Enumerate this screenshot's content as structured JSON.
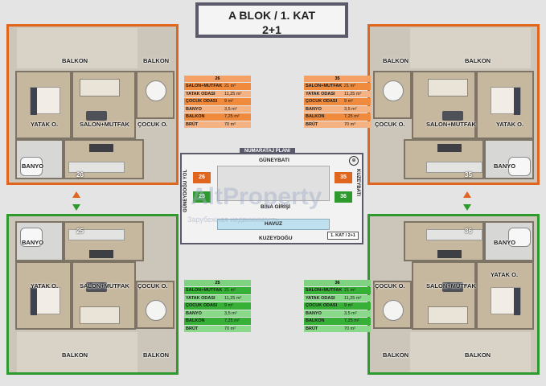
{
  "title": {
    "line1": "A BLOK / 1. KAT",
    "line2": "2+1"
  },
  "rooms": {
    "balkon": "BALKON",
    "yatak": "YATAK O.",
    "salon": "SALON+MUTFAK",
    "cocuk": "ÇOCUK O.",
    "banyo": "BANYO"
  },
  "units": [
    {
      "id": "26",
      "color": "#e0651f",
      "table": [
        [
          "SALON+MUTFAK",
          "21 m²"
        ],
        [
          "YATAK ODASI",
          "11,25 m²"
        ],
        [
          "ÇOCUK ODASI",
          "9 m²"
        ],
        [
          "BANYO",
          "3,5 m²"
        ],
        [
          "BALKON",
          "7,25 m²"
        ],
        [
          "BRÜT",
          "70 m²"
        ]
      ]
    },
    {
      "id": "35",
      "color": "#e0651f",
      "table": [
        [
          "SALON+MUTFAK",
          "21 m²"
        ],
        [
          "YATAK ODASI",
          "11,25 m²"
        ],
        [
          "ÇOCUK ODASI",
          "9 m²"
        ],
        [
          "BANYO",
          "3,5 m²"
        ],
        [
          "BALKON",
          "7,25 m²"
        ],
        [
          "BRÜT",
          "70 m²"
        ]
      ]
    },
    {
      "id": "25",
      "color": "#2e9a2e",
      "table": [
        [
          "SALON+MUTFAK",
          "21 m²"
        ],
        [
          "YATAK ODASI",
          "11,25 m²"
        ],
        [
          "ÇOCUK ODASI",
          "9 m²"
        ],
        [
          "BANYO",
          "3,5 m²"
        ],
        [
          "BALKON",
          "7,25 m²"
        ],
        [
          "BRÜT",
          "70 m²"
        ]
      ]
    },
    {
      "id": "36",
      "color": "#2e9a2e",
      "table": [
        [
          "SALON+MUTFAK",
          "21 m²"
        ],
        [
          "YATAK ODASI",
          "11,25 m²"
        ],
        [
          "ÇOCUK ODASI",
          "9 m²"
        ],
        [
          "BANYO",
          "3,5 m²"
        ],
        [
          "BALKON",
          "7,25 m²"
        ],
        [
          "BRÜT",
          "70 m²"
        ]
      ]
    }
  ],
  "site_plan": {
    "title": "NUMARATAJ PLANI",
    "north": "GÜNEYBATI",
    "south": "KUZEYDOĞU",
    "west": "GÜNEYDOĞU YOL",
    "east": "KUZEYBATI",
    "entrance": "BİNA GİRİŞİ",
    "pool": "HAVUZ",
    "floor_badge": "1. KAT / 2+1",
    "cells": [
      "26",
      "35",
      "25",
      "36"
    ]
  },
  "watermark": {
    "brand": "AltProperty",
    "tagline": "Зарубежная недвижимость"
  }
}
